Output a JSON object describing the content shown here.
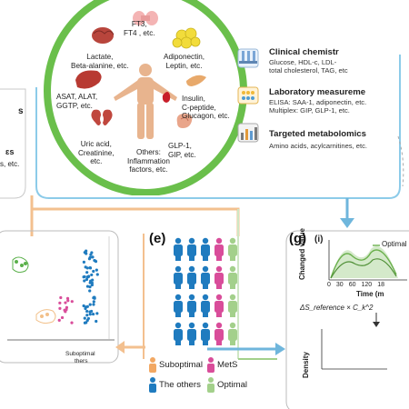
{
  "colors": {
    "green_ring": "#6abf4b",
    "blue_arrow": "#6fb6dc",
    "orange_arrow": "#f3c08f",
    "suboptimal": "#f2a863",
    "mets": "#d94d9a",
    "others": "#1f7bbf",
    "optimal": "#a3d08b"
  },
  "circle": {
    "organs": {
      "brain": "Lactate,\nBeta-alanine, etc.",
      "thyroid": "FT3,\nFT4 , etc.",
      "adipose": "Adiponectin,\nLeptin, etc.",
      "liver": "ASAT, ALAT,\nGGTP, etc.",
      "pancreas": "Insulin,\nC-peptide,\nGlucagon, etc.",
      "kidney": "Uric acid,\nCreatinine,\netc.",
      "others": "Others:\nInflammation\nfactors, etc.",
      "gut": "GLP-1,\nGIP, etc."
    }
  },
  "measurements": [
    {
      "title": "Clinical chemistr",
      "detail": "Glucose, HDL-c, LDL-\ntotal cholesterol, TAG, etc",
      "icon": "test-tube-rack-icon"
    },
    {
      "title": "Laboratory measureme",
      "detail": "ELISA: SAA-1, adiponectin, etc.\nMultiplex: GIP, GLP-1, etc.",
      "icon": "microplate-icon"
    },
    {
      "title": "Targeted metabolomics",
      "detail": "Amino acids, acylcarnitines, etc.",
      "icon": "bar-chart-icon"
    }
  ],
  "left_partial": {
    "fragment1": "s",
    "fragment2": "ɛs",
    "fragment3": "s, etc.",
    "scatter_label_line1": "Suboptimal",
    "scatter_label_line2": "thers"
  },
  "panel_e": {
    "label": "(e)",
    "grid_colors": [
      "others",
      "others",
      "others",
      "mets",
      "optimal"
    ],
    "rows": 4,
    "legend": [
      {
        "label": "Suboptimal",
        "color_key": "suboptimal"
      },
      {
        "label": "MetS",
        "color_key": "mets"
      },
      {
        "label": "The others",
        "color_key": "others"
      },
      {
        "label": "Optimal",
        "color_key": "optimal"
      }
    ]
  },
  "panel_g": {
    "label": "(g)",
    "sublabel": "(i)",
    "legend": "Optimal",
    "ylabel": "Changed value",
    "xlabel": "Time (m",
    "xticks": [
      "0",
      "30",
      "60",
      "120",
      "18"
    ],
    "formula": "ΔS_reference × C_k^2",
    "density_label": "Density"
  }
}
